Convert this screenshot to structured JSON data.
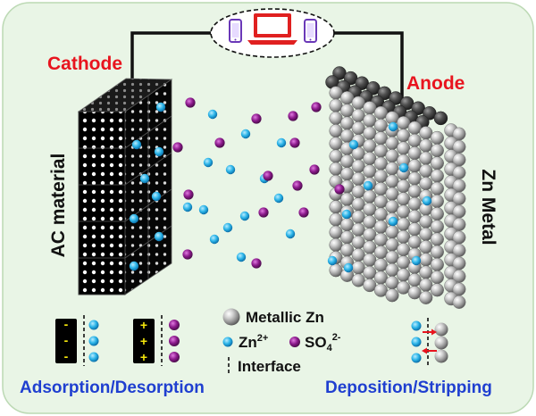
{
  "labels": {
    "cathode": "Cathode",
    "anode": "Anode",
    "ac_material": "AC material",
    "zn_metal": "Zn Metal",
    "metallic_zn": "Metallic Zn",
    "zn_ion": "Zn",
    "zn_ion_sup": "2+",
    "sulfate": "SO",
    "sulfate_sub": "4",
    "sulfate_sup": "2-",
    "interface": "Interface",
    "adsorption_desorption": "Adsorption/Desorption",
    "deposition_stripping": "Deposition/Stripping",
    "minus_sign": "-",
    "plus_sign": "+"
  },
  "colors": {
    "background_panel": "#e9f5e6",
    "zn_ion": "#2bb4e8",
    "sulfate_ion": "#8c1a8c",
    "label_red": "#e8141e",
    "label_blue": "#1f3fd0",
    "device_red": "#e02020",
    "device_purple": "#6a38b8",
    "zn_sphere": "#a8a8a8",
    "electrode_black": "#000000"
  },
  "icons": [
    "phone-icon",
    "laptop-icon",
    "phone-icon"
  ]
}
